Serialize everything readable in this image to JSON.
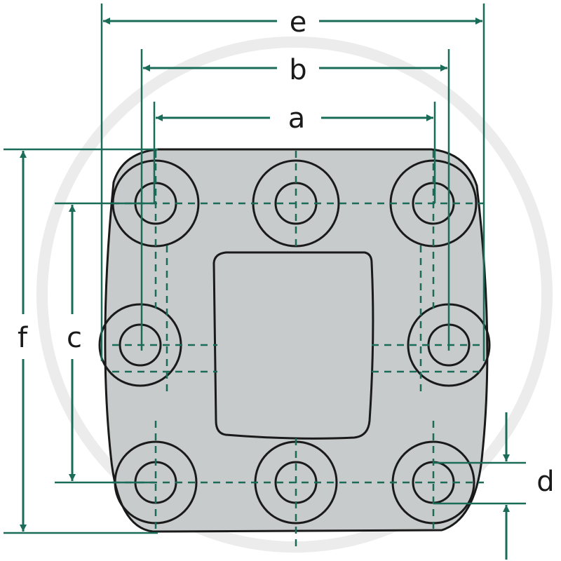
{
  "diagram": {
    "labels": {
      "e": "e",
      "b": "b",
      "a": "a",
      "f": "f",
      "c": "c",
      "d": "d"
    },
    "colors": {
      "plate_fill": "#c8cbcb",
      "outline": "#1a1a1a",
      "dimension_line": "#1a6b57",
      "watermark": "#e2e2e2",
      "background": "#ffffff"
    },
    "holes": [
      {
        "id": "top-left"
      },
      {
        "id": "top-center"
      },
      {
        "id": "top-right"
      },
      {
        "id": "middle-left"
      },
      {
        "id": "middle-right"
      },
      {
        "id": "bottom-left"
      },
      {
        "id": "bottom-center"
      },
      {
        "id": "bottom-right"
      }
    ]
  }
}
